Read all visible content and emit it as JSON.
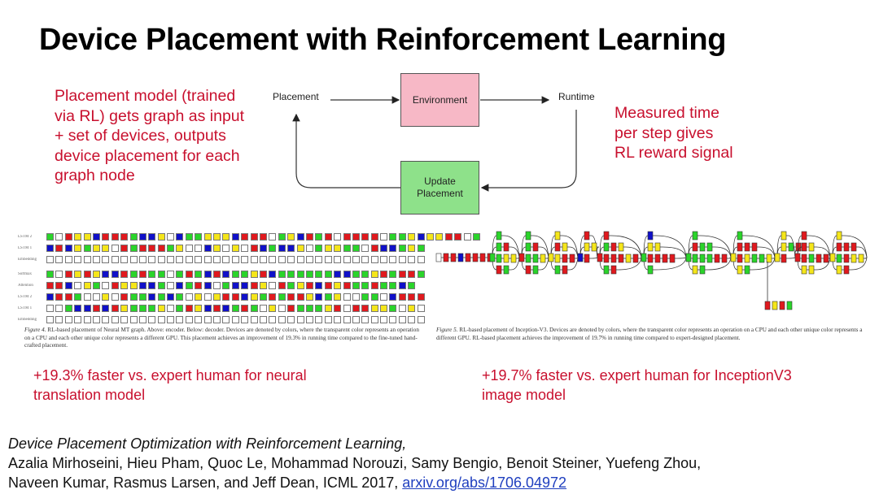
{
  "slide": {
    "title": "Device Placement with Reinforcement Learning",
    "note_left": [
      "Placement model (trained",
      "via RL) gets graph as input",
      "+ set of devices, outputs",
      "device placement for each",
      "graph node"
    ],
    "note_right": [
      "Measured time",
      "per step gives",
      "RL reward signal"
    ],
    "accent_color": "#c8102e"
  },
  "diagram": {
    "placement_label": "Placement",
    "environment_label": "Environment",
    "runtime_label": "Runtime",
    "update_label_line1": "Update",
    "update_label_line2": "Placement",
    "environment_color": "#f7b8c6",
    "update_color": "#8ee18a"
  },
  "figure4": {
    "row_labels": [
      "LSTM 2",
      "LSTM 1",
      "Embedding",
      "Softmax",
      "Attention",
      "LSTM 2",
      "LSTM 1",
      "Embedding"
    ],
    "rows": [
      "GWRYYBRRRGBBYWBGGYYYBRRRWGYBRGRWRRRRWGGYBYYRRWG",
      "BRBYGYYWRGRRRGYWWBYWYWRBGBBYWGYYGGWRBBGYG",
      "WWWWWWWWWWWWWWWWWWWWWWWWWWWWWWWWWWWWWWWWW",
      "GWRYRYBBRGRGGWGRGBRBGGYRBGGGGGGBBGGYRGRRG",
      "RRBWYGWRYYBBGWBGRBWGBBRYWRGYRBRYRGGRGGBG",
      "BRRGWWYWRGGBGBGWYWYRRBYGRGRRYBGYWWGGWBRRR",
      "WWGBBRBRYGGGYWGRYBRBGRGWYWRGGGYRWRRYYGWYW",
      "WWWWWWWWWWWWWWWWWWWWWWWWWWWWWWWWWWWWWWWWW"
    ],
    "caption_label": "Figure 4.",
    "caption": "RL-based placement of Neural MT graph.  Above: encoder. Below: decoder.  Devices are denoted by colors, where the transparent color represents an operation on a CPU and each other unique color represents a different GPU. This placement achieves an improvement of 19.3% in running time compared to the fine-tuned hand-crafted placement."
  },
  "figure5": {
    "caption_label": "Figure 5.",
    "caption": "RL-based placement of Inception-V3. Devices are denoted by colors, where the transparent color represents an operation on a CPU and each other unique color represents a different GPU. RL-based placement achieves the improvement of 19.7% in running time compared to expert-designed placement."
  },
  "device_colors": {
    "W": "#ffffff",
    "R": "#e0191e",
    "G": "#2ad42a",
    "B": "#1010c8",
    "Y": "#f5e61a"
  },
  "results": {
    "left": [
      "+19.3% faster vs. expert human for neural",
      "translation model"
    ],
    "right": [
      "+19.7% faster vs. expert human for InceptionV3",
      "image model"
    ]
  },
  "citation": {
    "title": "Device Placement Optimization with Reinforcement Learning,",
    "authors_line1": "Azalia Mirhoseini, Hieu Pham, Quoc Le, Mohammad Norouzi, Samy Bengio, Benoit Steiner, Yuefeng Zhou,",
    "authors_line2": "Naveen Kumar, Rasmus Larsen, and Jeff Dean, ICML 2017, ",
    "link_text": "arxiv.org/abs/1706.04972"
  }
}
